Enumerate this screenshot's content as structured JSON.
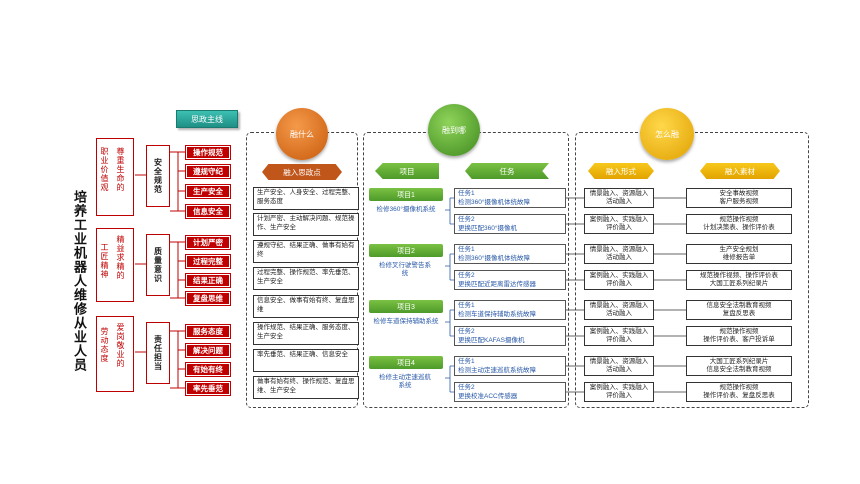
{
  "main_title": "培养工业机器人维修从业人员",
  "col1": [
    {
      "label": "职业价值观",
      "inner": "尊重生命的"
    },
    {
      "label": "工匠精神",
      "inner": "精益求精的"
    },
    {
      "label": "劳动态度",
      "inner": "爱岗敬业的"
    }
  ],
  "col2": [
    "安全规范",
    "质量意识",
    "责任担当"
  ],
  "col3": [
    "操作规范",
    "遵规守纪",
    "生产安全",
    "信息安全",
    "计划严密",
    "过程完整",
    "结果正确",
    "复盘思维",
    "服务态度",
    "解决问题",
    "有始有终",
    "率先垂范"
  ],
  "sizheng_label": "思政主线",
  "why": {
    "circle": "融什么",
    "header": "融入思政点",
    "points": [
      "生产安全、人身安全、过程完整、服务态度",
      "计划严密、主动解决问题、规范操作、生产安全",
      "遵规守纪、结果正确、做事有始有终",
      "过程完整、操作规范、率先垂范、生产安全",
      "信息安全、做事有始有终、复盘思维",
      "操作规范、结果正确、服务态度、生产安全",
      "率先垂范、结果正确、信息安全",
      "做事有始有终、操作规范、复盘思维、生产安全"
    ]
  },
  "where": {
    "circle": "融到哪",
    "project_header": "项目",
    "task_header": "任务",
    "projects": [
      {
        "tag": "项目1",
        "desc": "检修360°摄像机系统",
        "tasks": [
          [
            "任务1",
            "检测360°摄像机体统故障"
          ],
          [
            "任务2",
            "更换匹配360°摄像机"
          ]
        ]
      },
      {
        "tag": "项目2",
        "desc": "检修叉行驶警告系统",
        "tasks": [
          [
            "任务1",
            "检测360°摄像机体统故障"
          ],
          [
            "任务2",
            "更换匹配近距离雷达传感器"
          ]
        ]
      },
      {
        "tag": "项目3",
        "desc": "检修车道保持辅助系统",
        "tasks": [
          [
            "任务1",
            "检测车道保持辅助系统故障"
          ],
          [
            "任务2",
            "更换匹配KAFAS摄像机"
          ]
        ]
      },
      {
        "tag": "项目4",
        "desc": "检修主动定速巡航系统",
        "tasks": [
          [
            "任务1",
            "检测主动定速巡航系统故障"
          ],
          [
            "任务2",
            "更换校准ACC传感器"
          ]
        ]
      }
    ]
  },
  "how": {
    "circle": "怎么融",
    "mode_header": "融入形式",
    "material_header": "融入素材",
    "rows": [
      {
        "mode": [
          "情景融入、资源融入",
          "活动融入"
        ],
        "material": [
          "安全事故视频",
          "客户服务视频"
        ]
      },
      {
        "mode": [
          "案例融入、实践融入",
          "评价融入"
        ],
        "material": [
          "规范操作视频",
          "计划决策表、操作评价表"
        ]
      },
      {
        "mode": [
          "情景融入、资源融入",
          "活动融入"
        ],
        "material": [
          "生产安全规划",
          "维修报告单"
        ]
      },
      {
        "mode": [
          "案例融入、实践融入",
          "评价融入"
        ],
        "material": [
          "规范操作视频、操作评价表",
          "大国工匠系列纪录片"
        ]
      },
      {
        "mode": [
          "情景融入、资源融入",
          "活动融入"
        ],
        "material": [
          "信息安全法制教育视频",
          "复盘反思表"
        ]
      },
      {
        "mode": [
          "案例融入、实践融入",
          "评价融入"
        ],
        "material": [
          "规范操作视频",
          "操作评价表、客户投诉单"
        ]
      },
      {
        "mode": [
          "情景融入、资源融入",
          "活动融入"
        ],
        "material": [
          "大国工匠系列纪录片",
          "信息安全法制教育视频"
        ]
      },
      {
        "mode": [
          "案例融入、实践融入",
          "评价融入"
        ],
        "material": [
          "规范操作视频",
          "操作评价表、复盘反思表"
        ]
      }
    ]
  },
  "colors": {
    "red": "#c00000",
    "teal": "#2aa79b",
    "orange": "#e06b14",
    "green": "#4e9a2a",
    "gold": "#f2b600",
    "blue": "#2a5aa8"
  }
}
